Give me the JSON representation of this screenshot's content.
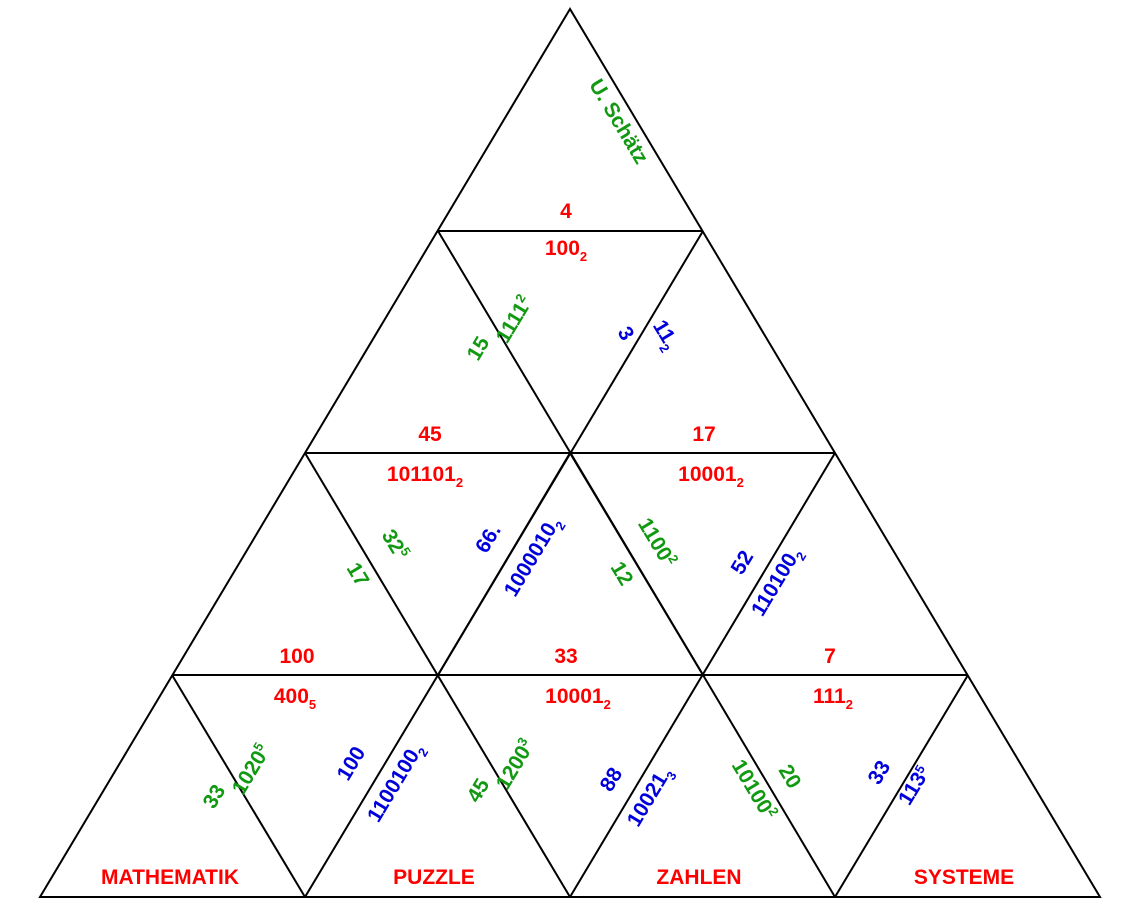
{
  "colors": {
    "red": "#ff0000",
    "green": "#119911",
    "blue": "#0000dd",
    "line": "#000000"
  },
  "top_label": "U. Schätz",
  "labels": {
    "h1_top": "4",
    "h1_bottom_main": "100",
    "h1_bottom_sub": "2",
    "h2_left_top": "45",
    "h2_left_bottom_main": "101101",
    "h2_left_bottom_sub": "2",
    "h2_right_top": "17",
    "h2_right_bottom_main": "10001",
    "h2_right_bottom_sub": "2",
    "h3_left_top": "100",
    "h3_left_bottom_main": "400",
    "h3_left_bottom_sub": "5",
    "h3_mid_top": "33",
    "h3_mid_bottom_main": "10001",
    "h3_mid_bottom_sub": "2",
    "h3_right_top": "7",
    "h3_right_bottom_main": "111",
    "h3_right_bottom_sub": "2",
    "e1_a": "15",
    "e1_b_main": "1111",
    "e1_b_sub": "2",
    "e2_a": "3",
    "e2_b_main": "11",
    "e2_b_sub": "2",
    "e3_a": "17",
    "e3_b_main": "32",
    "e3_b_sub": "5",
    "e4_a": "66.",
    "e4_b_main": "1000010",
    "e4_b_sub": "2",
    "e5_a": "12",
    "e5_b_main": "1100",
    "e5_b_sub": "2",
    "e6_a": "52",
    "e6_b_main": "110100",
    "e6_b_sub": "2",
    "e7_a": "33",
    "e7_b_main": "1020",
    "e7_b_sub": "5",
    "e8_a": "100",
    "e8_b_main": "1100100",
    "e8_b_sub": "2",
    "e9_a": "45",
    "e9_b_main": "1200",
    "e9_b_sub": "3",
    "e10_a": "88",
    "e10_b_main": "10021",
    "e10_b_sub": "3",
    "e11_a": "20",
    "e11_b_main": "10100",
    "e11_b_sub": "2",
    "e12_a": "33",
    "e12_b_main": "113",
    "e12_b_sub": "5",
    "bottom_1": "MATHEMATIK",
    "bottom_2": "PUZZLE",
    "bottom_3": "ZAHLEN",
    "bottom_4": "SYSTEME"
  }
}
